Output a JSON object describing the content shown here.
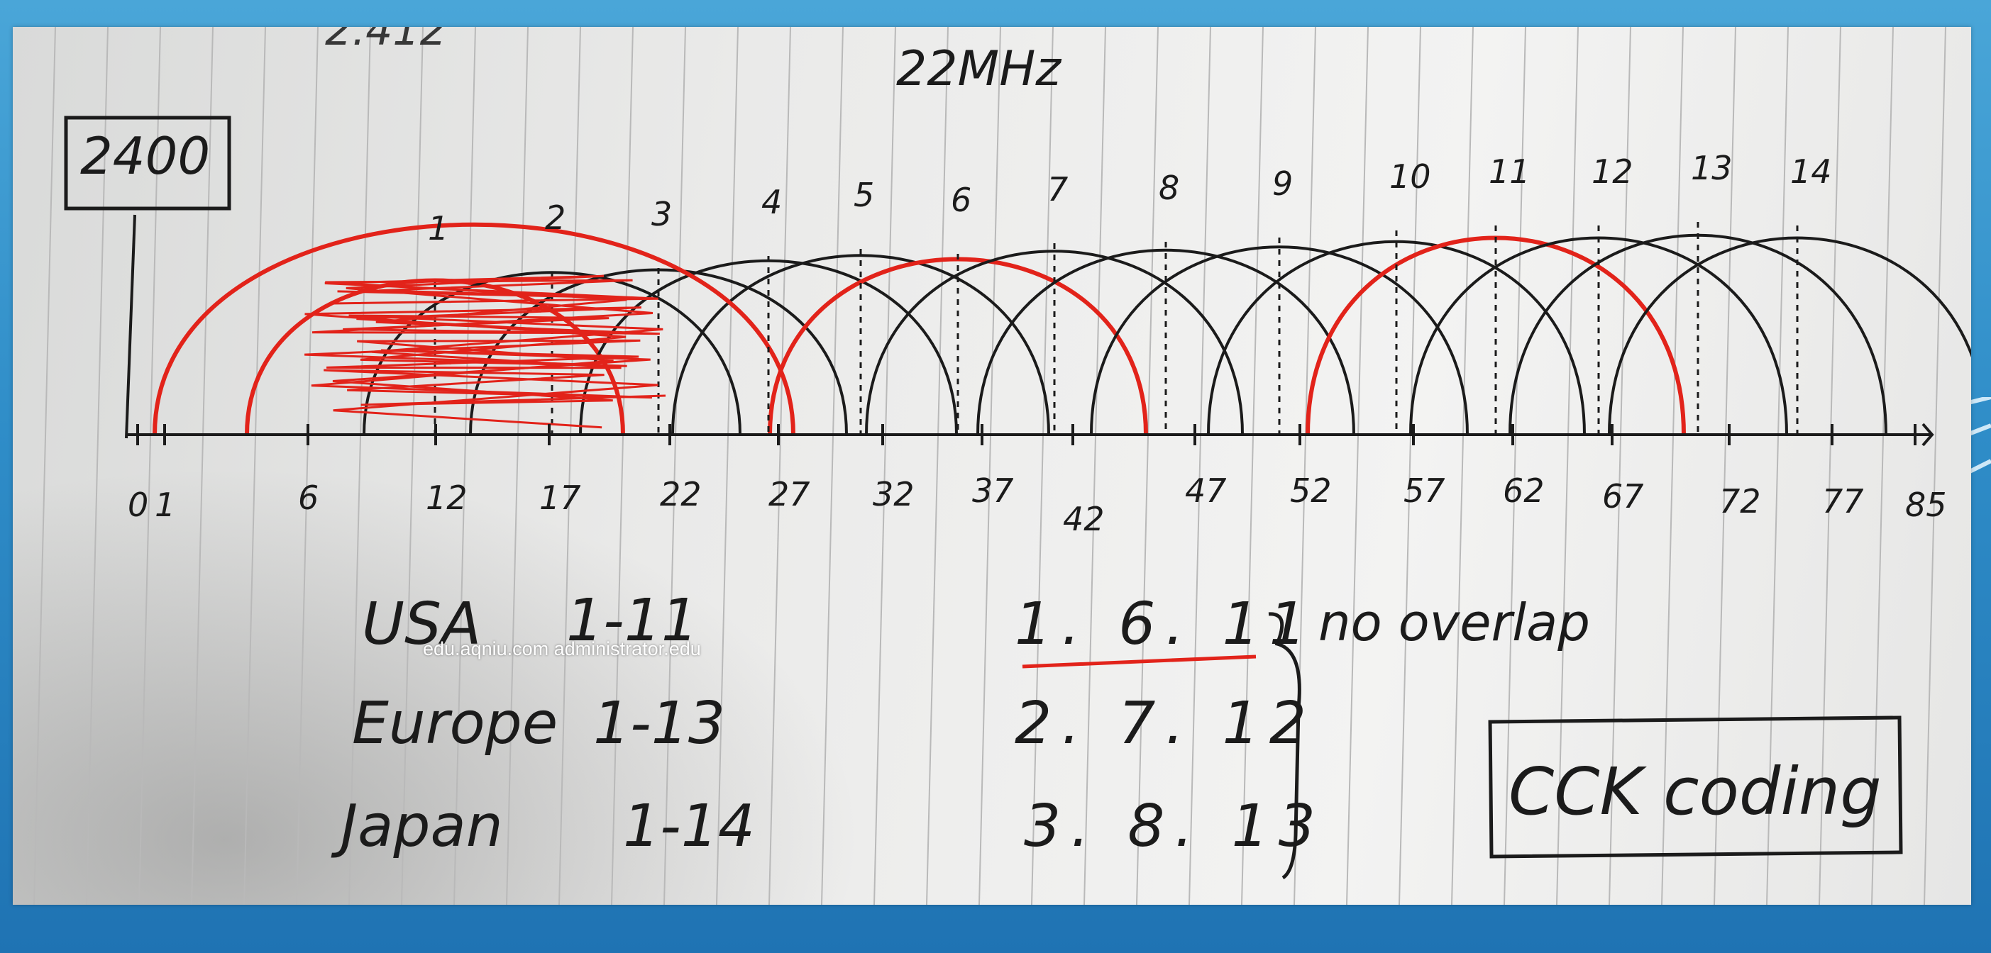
{
  "top_fragments": [
    "2.412",
    "22MHz"
  ],
  "box_label": "2400",
  "channels": [
    "1",
    "2",
    "3",
    "4",
    "5",
    "6",
    "7",
    "8",
    "9",
    "10",
    "11",
    "12",
    "13",
    "14"
  ],
  "axis_ticks": [
    "0",
    "1",
    "6",
    "12",
    "17",
    "22",
    "27",
    "32",
    "37",
    "42",
    "47",
    "52",
    "57",
    "62",
    "67",
    "72",
    "77",
    "85"
  ],
  "regions": [
    {
      "name": "USA",
      "range": "1-11"
    },
    {
      "name": "Europe",
      "range": "1-13"
    },
    {
      "name": "Japan",
      "range": "1-14"
    }
  ],
  "non_overlap_groups": [
    "1. 6. 11",
    "2. 7. 12",
    "3. 8. 13"
  ],
  "no_overlap_label": "no overlap",
  "coding_label": "CCK coding",
  "watermark": "edu.aqniu.com administrator.edu",
  "colors": {
    "ink": "#1b1b1b",
    "highlight": "#e2231a",
    "frame_blue": "#2f8dc8"
  }
}
